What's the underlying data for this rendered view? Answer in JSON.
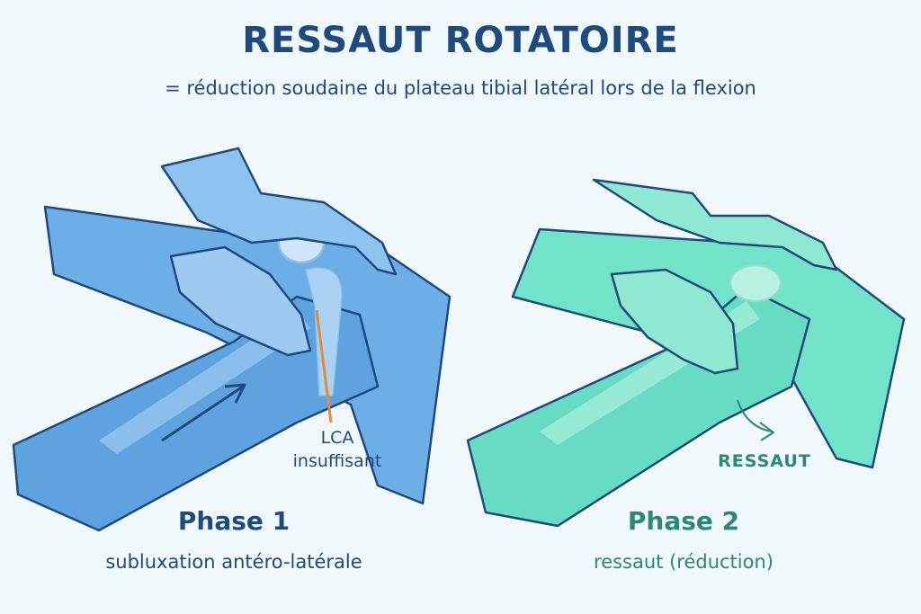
{
  "title": "RESSAUT ROTATOIRE",
  "subtitle": "= réduction soudaine du plateau tibial latéral lors de la flexion",
  "phase1": {
    "heading": "Phase 1",
    "description": "subluxation antéro-latérale",
    "annotation_line1": "LCA",
    "annotation_line2": "insuffisant",
    "color": "#6aaee6"
  },
  "phase2": {
    "heading": "Phase 2",
    "description": "ressaut (réduction)",
    "annotation": "RESSAUT",
    "color": "#6fe0c6"
  },
  "colors": {
    "title": "#1f4a7c",
    "phase2_text": "#2a8874",
    "ligament": "#e08a3c"
  }
}
